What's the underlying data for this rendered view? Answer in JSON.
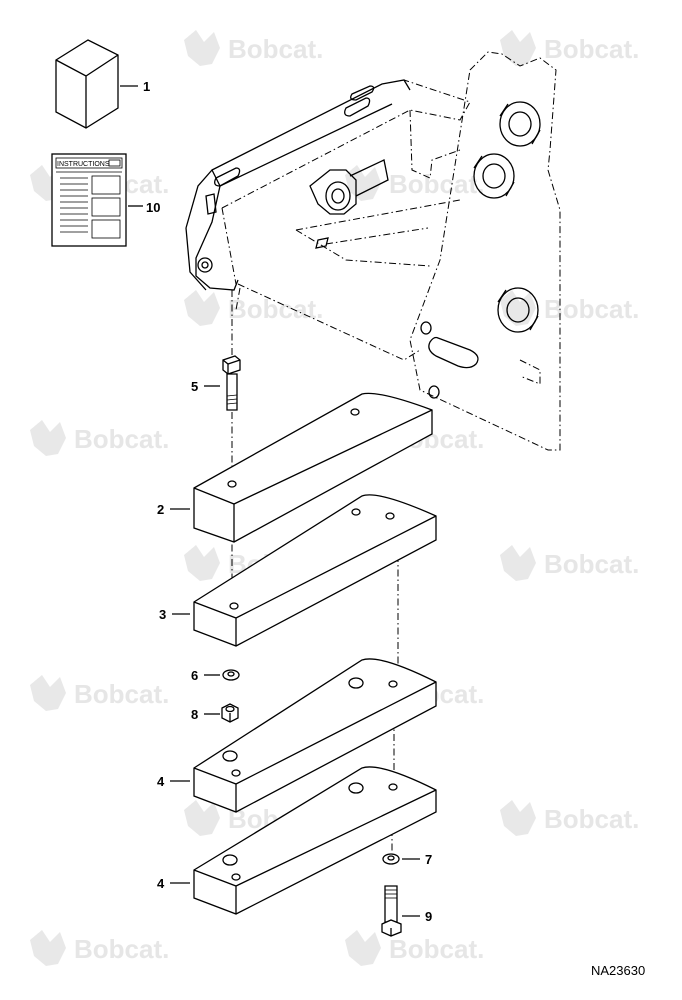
{
  "watermark": {
    "brand_text": "Bobcat."
  },
  "callouts": {
    "c1": "1",
    "c10": "10",
    "c5": "5",
    "c2": "2",
    "c3": "3",
    "c6": "6",
    "c8": "8",
    "c4a": "4",
    "c4b": "4",
    "c7": "7",
    "c9": "9"
  },
  "instructions_sheet": {
    "title": "INSTRUCTIONS"
  },
  "drawing_reference": "NA23630"
}
